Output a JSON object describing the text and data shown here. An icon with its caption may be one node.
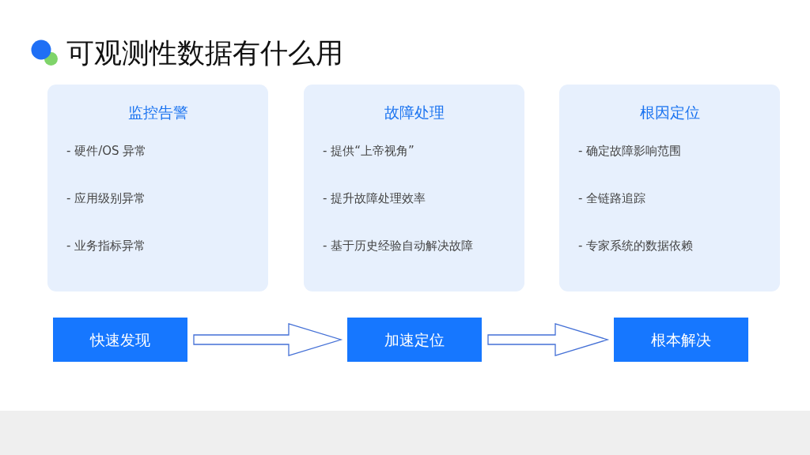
{
  "diagram": {
    "title": "可观测性数据有什么用",
    "nodes": [
      {
        "text": [
          "监控告警",
          "- 硬件/OS 异常",
          "- 应用级别异常",
          "- 业务指标异常"
        ]
      },
      {
        "text": [
          "故障处理",
          "- 提供“上帝视角”",
          "- 提升故障处理效率",
          "- 基于历史经验自动解决故障"
        ]
      },
      {
        "text": [
          "根因定位",
          "- 确定故障影响范围",
          "- 全链路追踪",
          "- 专家系统的数据依赖"
        ]
      },
      {
        "text": [
          "快速发现"
        ]
      },
      {
        "text": [
          "加速定位"
        ]
      },
      {
        "text": [
          "根本解决"
        ]
      }
    ],
    "edges": [
      {
        "from": 3,
        "to": 4,
        "arrow": "to"
      },
      {
        "from": 4,
        "to": 5,
        "arrow": "to"
      }
    ]
  }
}
